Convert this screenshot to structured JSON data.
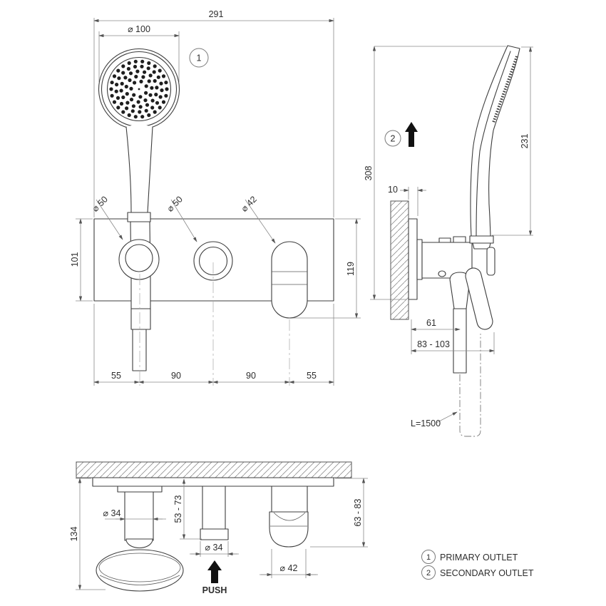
{
  "drawing": {
    "front_view": {
      "width": "291",
      "head_diameter": "⌀ 100",
      "callout": "1",
      "holder_diameter": "⌀ 50",
      "control_diameter": "⌀ 50",
      "lever_diameter": "⌀ 42",
      "height_left": "101",
      "height_right": "119",
      "bottom_spacing": [
        "55",
        "90",
        "90",
        "55"
      ]
    },
    "side_view": {
      "overall_height": "308",
      "handset_height": "231",
      "callout": "2",
      "plate_depth": "10",
      "hose_offset": "61",
      "depth_range": "83 - 103",
      "hose_length": "L=1500"
    },
    "bottom_view": {
      "overall_depth": "134",
      "holder_diameter": "⌀ 34",
      "button_depth_range": "53 - 73",
      "button_diameter": "⌀ 34",
      "push_label": "PUSH",
      "lever_diameter": "⌀ 42",
      "lever_depth_range": "63 - 83"
    },
    "legend": {
      "items": [
        {
          "number": "1",
          "label": "PRIMARY OUTLET"
        },
        {
          "number": "2",
          "label": "SECONDARY OUTLET"
        }
      ]
    }
  }
}
